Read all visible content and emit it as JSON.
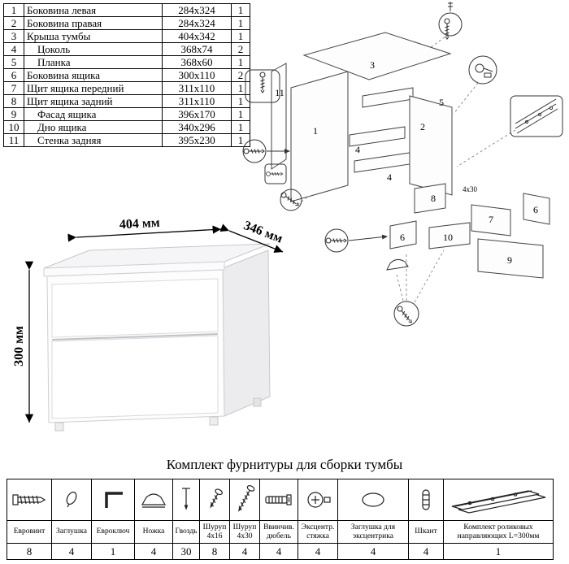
{
  "parts_table": {
    "rows": [
      {
        "num": "1",
        "name": "Боковина левая",
        "size": "284x324",
        "qty": "1"
      },
      {
        "num": "2",
        "name": "Боковина правая",
        "size": "284x324",
        "qty": "1"
      },
      {
        "num": "3",
        "name": "Крыша тумбы",
        "size": "404x342",
        "qty": "1"
      },
      {
        "num": "4",
        "name": "Цоколь",
        "size": "368x74",
        "qty": "2"
      },
      {
        "num": "5",
        "name": "Планка",
        "size": "368x60",
        "qty": "1"
      },
      {
        "num": "6",
        "name": "Боковина ящика",
        "size": "300x110",
        "qty": "2"
      },
      {
        "num": "7",
        "name": "Щит ящика передний",
        "size": "311x110",
        "qty": "1"
      },
      {
        "num": "8",
        "name": "Щит ящика задний",
        "size": "311x110",
        "qty": "1"
      },
      {
        "num": "9",
        "name": "Фасад ящика",
        "size": "396x170",
        "qty": "1"
      },
      {
        "num": "10",
        "name": "Дно ящика",
        "size": "340x296",
        "qty": "1"
      },
      {
        "num": "11",
        "name": "Стенка задняя",
        "size": "395x230",
        "qty": "1"
      }
    ]
  },
  "diagram": {
    "labels": [
      "3",
      "11",
      "1",
      "5",
      "2",
      "4",
      "4",
      "8",
      "4x30",
      "7",
      "6",
      "6",
      "10",
      "9"
    ]
  },
  "product": {
    "width_label": "404 мм",
    "depth_label": "346 мм",
    "height_label": "300 мм"
  },
  "hardware": {
    "title": "Комплект фурнитуры для сборки тумбы",
    "items": [
      {
        "label": "Евровинт",
        "qty": "8",
        "icon": "euro-screw"
      },
      {
        "label": "Заглушка",
        "qty": "4",
        "icon": "cap"
      },
      {
        "label": "Евроключ",
        "qty": "1",
        "icon": "hex-key"
      },
      {
        "label": "Ножка",
        "qty": "4",
        "icon": "foot"
      },
      {
        "label": "Гвоздь",
        "qty": "30",
        "icon": "nail"
      },
      {
        "label": "Шуруп 4x16",
        "qty": "8",
        "icon": "screw-small"
      },
      {
        "label": "Шуруп 4x30",
        "qty": "4",
        "icon": "screw-large"
      },
      {
        "label": "Ввинчив. дюбель",
        "qty": "4",
        "icon": "dowel-screw"
      },
      {
        "label": "Эксцентр. стяжка",
        "qty": "4",
        "icon": "cam-lock"
      },
      {
        "label": "Заглушка для эксцентрика",
        "qty": "4",
        "icon": "cam-cover"
      },
      {
        "label": "Шкант",
        "qty": "4",
        "icon": "wood-dowel"
      },
      {
        "label": "Комплект роликовых направляющих L=300мм",
        "qty": "1",
        "icon": "drawer-slides"
      }
    ]
  }
}
